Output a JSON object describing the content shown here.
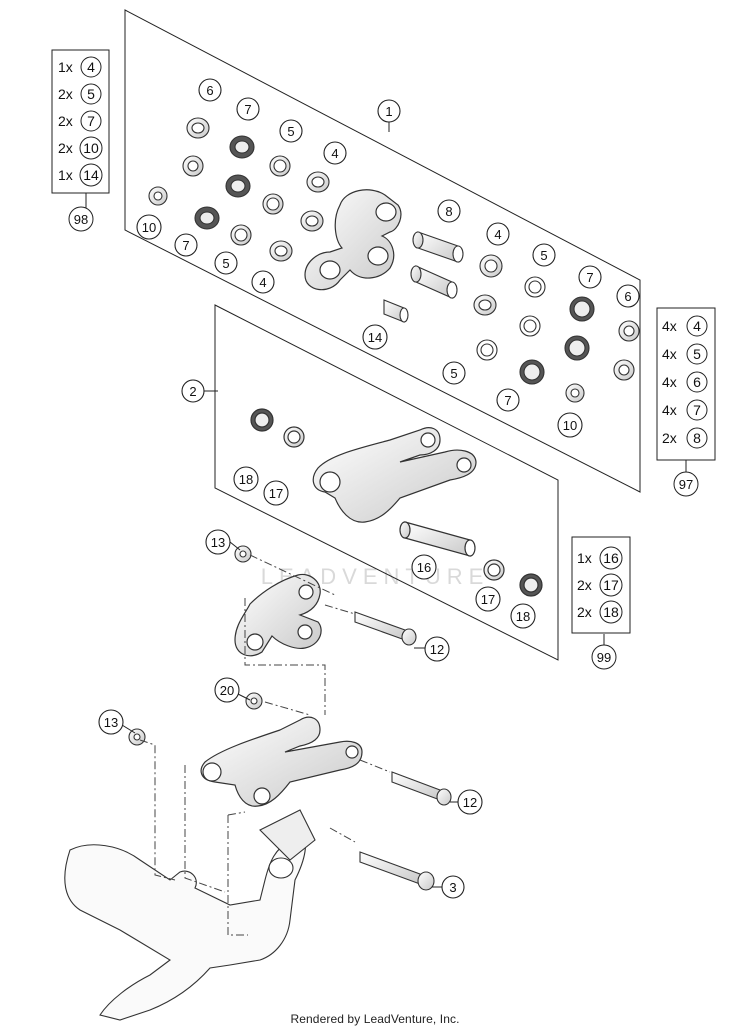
{
  "callouts": [
    {
      "id": "c1",
      "label": "1"
    },
    {
      "id": "c2",
      "label": "2"
    },
    {
      "id": "c3",
      "label": "3"
    },
    {
      "id": "c4a",
      "label": "4"
    },
    {
      "id": "c4b",
      "label": "4"
    },
    {
      "id": "c4c",
      "label": "4"
    },
    {
      "id": "c5a",
      "label": "5"
    },
    {
      "id": "c5b",
      "label": "5"
    },
    {
      "id": "c5c",
      "label": "5"
    },
    {
      "id": "c5d",
      "label": "5"
    },
    {
      "id": "c6a",
      "label": "6"
    },
    {
      "id": "c6b",
      "label": "6"
    },
    {
      "id": "c7a",
      "label": "7"
    },
    {
      "id": "c7b",
      "label": "7"
    },
    {
      "id": "c7c",
      "label": "7"
    },
    {
      "id": "c7d",
      "label": "7"
    },
    {
      "id": "c8",
      "label": "8"
    },
    {
      "id": "c10a",
      "label": "10"
    },
    {
      "id": "c10b",
      "label": "10"
    },
    {
      "id": "c12a",
      "label": "12"
    },
    {
      "id": "c12b",
      "label": "12"
    },
    {
      "id": "c13a",
      "label": "13"
    },
    {
      "id": "c13b",
      "label": "13"
    },
    {
      "id": "c14",
      "label": "14"
    },
    {
      "id": "c16",
      "label": "16"
    },
    {
      "id": "c17a",
      "label": "17"
    },
    {
      "id": "c17b",
      "label": "17"
    },
    {
      "id": "c18a",
      "label": "18"
    },
    {
      "id": "c18b",
      "label": "18"
    },
    {
      "id": "c20",
      "label": "20"
    }
  ],
  "kits": {
    "k98": {
      "number": "98",
      "rows": [
        {
          "qty": "1x",
          "part": "4"
        },
        {
          "qty": "2x",
          "part": "5"
        },
        {
          "qty": "2x",
          "part": "7"
        },
        {
          "qty": "2x",
          "part": "10"
        },
        {
          "qty": "1x",
          "part": "14"
        }
      ]
    },
    "k97": {
      "number": "97",
      "rows": [
        {
          "qty": "4x",
          "part": "4"
        },
        {
          "qty": "4x",
          "part": "5"
        },
        {
          "qty": "4x",
          "part": "6"
        },
        {
          "qty": "4x",
          "part": "7"
        },
        {
          "qty": "2x",
          "part": "8"
        }
      ]
    },
    "k99": {
      "number": "99",
      "rows": [
        {
          "qty": "1x",
          "part": "16"
        },
        {
          "qty": "2x",
          "part": "17"
        },
        {
          "qty": "2x",
          "part": "18"
        }
      ]
    }
  },
  "watermark": "LEADVENTURE",
  "footer": "Rendered by LeadVenture, Inc.",
  "colors": {
    "line": "#222222",
    "part_fill": "#f4f4f4",
    "part_shade": "#bdbdbd",
    "watermark": "#d9d9d9"
  }
}
